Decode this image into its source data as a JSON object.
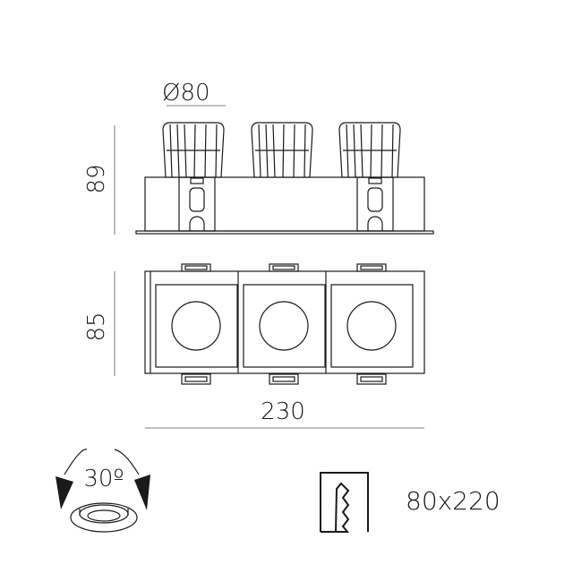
{
  "dimensions": {
    "diameter": "Ø80",
    "height": "89",
    "depth": "85",
    "width": "230"
  },
  "tilt": {
    "angle": "30º",
    "icon": "tilt-angle-icon"
  },
  "cutout": {
    "size": "80x220",
    "icon": "ceiling-cutout-icon"
  },
  "colors": {
    "line": "#1a1a1a",
    "background": "#ffffff"
  }
}
